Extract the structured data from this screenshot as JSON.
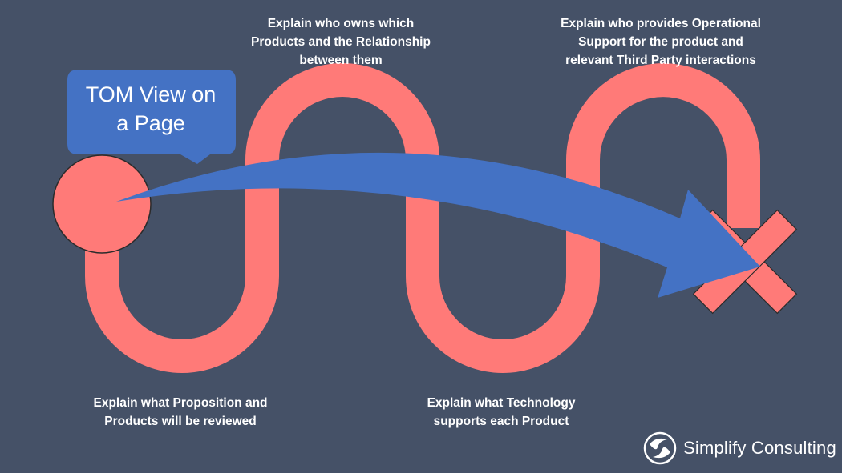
{
  "colors": {
    "background": "#455167",
    "path": "#ff7a78",
    "arrow": "#4472c4",
    "callout": "#4472c4",
    "text": "#ffffff"
  },
  "callout": {
    "lines": [
      "TOM View on",
      "a Page"
    ]
  },
  "steps": [
    {
      "lines": [
        "Explain what Proposition and",
        "Products will be reviewed"
      ]
    },
    {
      "lines": [
        "Explain who owns which",
        "Products and the Relationship",
        "between them"
      ]
    },
    {
      "lines": [
        "Explain what Technology",
        "supports each Product"
      ]
    },
    {
      "lines": [
        "Explain who provides Operational",
        "Support for the product and",
        "relevant Third Party interactions"
      ]
    }
  ],
  "logo": {
    "name": "Simplify Consulting",
    "icon": "swirl-logo-icon"
  }
}
